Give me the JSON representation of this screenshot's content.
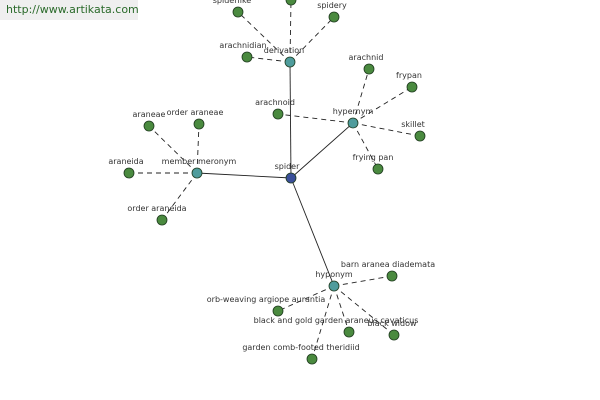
{
  "watermark": "http://www.artikata.com",
  "colors": {
    "center": "#3a4f9a",
    "relation": "#4f9c9c",
    "leaf": "#4a8a3f",
    "stroke": "#1e3a1e",
    "edge": "#222222"
  },
  "nodes": {
    "spider": {
      "label": "spider",
      "kind": "center"
    },
    "derivation": {
      "label": "derivation",
      "kind": "relation"
    },
    "hypernym": {
      "label": "hypernym",
      "kind": "relation"
    },
    "member_meronym": {
      "label": "member meronym",
      "kind": "relation"
    },
    "hyponym": {
      "label": "hyponym",
      "kind": "relation"
    },
    "spiderlike": {
      "label": "spiderlike",
      "kind": "leaf"
    },
    "spidery": {
      "label": "spidery",
      "kind": "leaf"
    },
    "arachnidian": {
      "label": "arachnidian",
      "kind": "leaf"
    },
    "deriv_top": {
      "label": "",
      "kind": "leaf"
    },
    "arachnid": {
      "label": "arachnid",
      "kind": "leaf"
    },
    "frypan": {
      "label": "frypan",
      "kind": "leaf"
    },
    "arachnoid": {
      "label": "arachnoid",
      "kind": "leaf"
    },
    "skillet": {
      "label": "skillet",
      "kind": "leaf"
    },
    "frying_pan": {
      "label": "frying pan",
      "kind": "leaf"
    },
    "araneae": {
      "label": "araneae",
      "kind": "leaf"
    },
    "order_araneae": {
      "label": "order araneae",
      "kind": "leaf"
    },
    "araneida": {
      "label": "araneida",
      "kind": "leaf"
    },
    "order_araneida": {
      "label": "order araneida",
      "kind": "leaf"
    },
    "barn_spider": {
      "label": "barn aranea diademata",
      "kind": "leaf"
    },
    "orb_weaving": {
      "label": "orb-weaving argiope aurantia",
      "kind": "leaf"
    },
    "black_gold": {
      "label": "black and gold garden araneus cavaticus",
      "kind": "leaf"
    },
    "black_widow": {
      "label": "black widow",
      "kind": "leaf"
    },
    "comb_footed": {
      "label": "garden comb-footed theridiid",
      "kind": "leaf"
    }
  },
  "edges": [
    {
      "from": "spider",
      "to": "derivation",
      "style": "solid"
    },
    {
      "from": "spider",
      "to": "hypernym",
      "style": "solid"
    },
    {
      "from": "spider",
      "to": "member_meronym",
      "style": "solid"
    },
    {
      "from": "spider",
      "to": "hyponym",
      "style": "solid"
    },
    {
      "from": "derivation",
      "to": "spiderlike",
      "style": "dashed"
    },
    {
      "from": "derivation",
      "to": "spidery",
      "style": "dashed"
    },
    {
      "from": "derivation",
      "to": "arachnidian",
      "style": "dashed"
    },
    {
      "from": "derivation",
      "to": "deriv_top",
      "style": "dashed"
    },
    {
      "from": "hypernym",
      "to": "arachnid",
      "style": "dashed"
    },
    {
      "from": "hypernym",
      "to": "frypan",
      "style": "dashed"
    },
    {
      "from": "hypernym",
      "to": "arachnoid",
      "style": "dashed"
    },
    {
      "from": "hypernym",
      "to": "skillet",
      "style": "dashed"
    },
    {
      "from": "hypernym",
      "to": "frying_pan",
      "style": "dashed"
    },
    {
      "from": "member_meronym",
      "to": "araneae",
      "style": "dashed"
    },
    {
      "from": "member_meronym",
      "to": "order_araneae",
      "style": "dashed"
    },
    {
      "from": "member_meronym",
      "to": "araneida",
      "style": "dashed"
    },
    {
      "from": "member_meronym",
      "to": "order_araneida",
      "style": "dashed"
    },
    {
      "from": "hyponym",
      "to": "barn_spider",
      "style": "dashed"
    },
    {
      "from": "hyponym",
      "to": "orb_weaving",
      "style": "dashed"
    },
    {
      "from": "hyponym",
      "to": "black_gold",
      "style": "dashed"
    },
    {
      "from": "hyponym",
      "to": "black_widow",
      "style": "dashed"
    },
    {
      "from": "hyponym",
      "to": "comb_footed",
      "style": "dashed"
    }
  ]
}
